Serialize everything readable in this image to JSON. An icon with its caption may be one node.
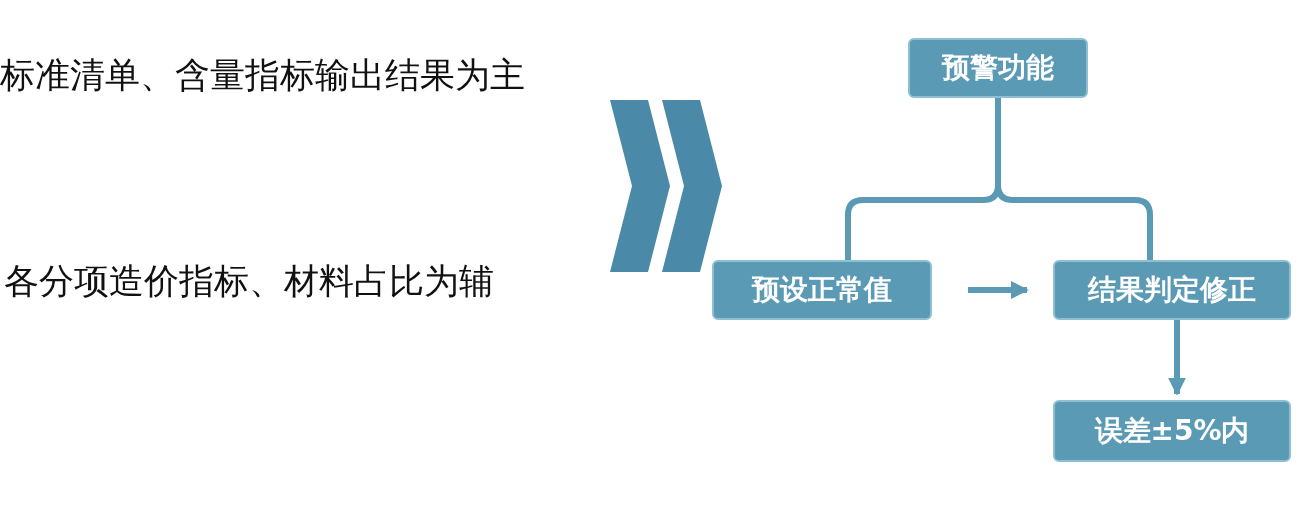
{
  "diagram": {
    "nodes": [
      {
        "text": [
          "预警功能"
        ]
      },
      {
        "text": [
          "预设正常值"
        ]
      },
      {
        "text": [
          "结果判定修正"
        ]
      },
      {
        "text": [
          "误差±5%内"
        ]
      }
    ],
    "edges": [
      {
        "from": 0,
        "to": 1,
        "arrow": "none"
      },
      {
        "from": 0,
        "to": 2,
        "arrow": "none"
      },
      {
        "from": 1,
        "to": 2,
        "arrow": "to"
      },
      {
        "from": 2,
        "to": 3,
        "arrow": "to"
      }
    ],
    "labels": [
      "标准清单、含量指标输出结果为主",
      "各分项造价指标、材料占比为辅"
    ]
  }
}
